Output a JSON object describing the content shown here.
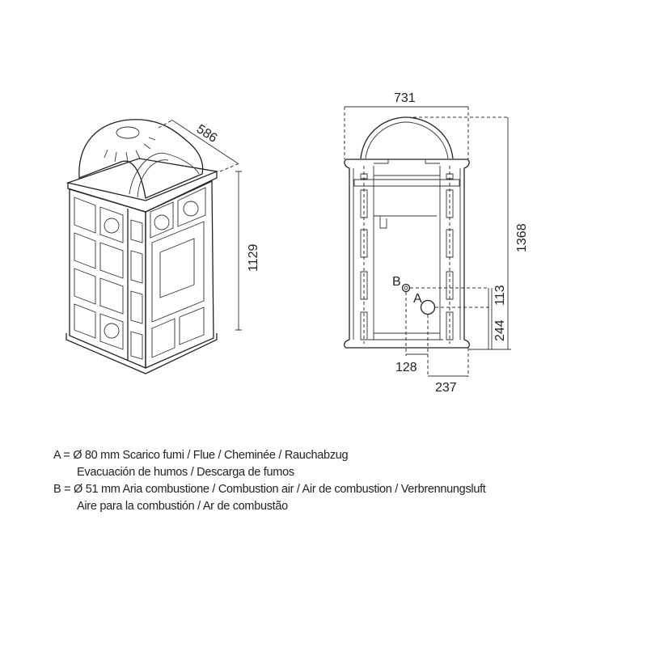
{
  "dimensions": {
    "depth": "586",
    "height_side": "1129",
    "width": "731",
    "height_total": "1368",
    "b_height": "113",
    "a_height": "244",
    "b_offset": "128",
    "a_offset": "237"
  },
  "labels": {
    "a": "A",
    "b": "B"
  },
  "legend": [
    {
      "line1": "A = Ø 80 mm  Scarico fumi / Flue / Cheminée / Rauchabzug",
      "line2": "Evacuación de humos / Descarga de fumos"
    },
    {
      "line1": "B = Ø 51 mm  Aria combustione / Combustion air / Air de combustion / Verbrennungsluft",
      "line2": "Aire para la combustión / Ar de combustão"
    }
  ]
}
